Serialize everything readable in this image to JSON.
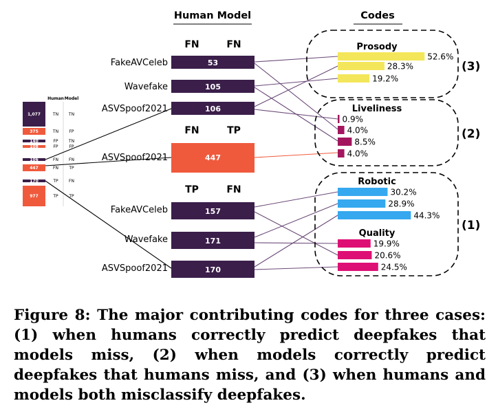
{
  "figure": {
    "header_human_model": "Human Model",
    "header_codes": "Codes",
    "mini": {
      "col_human": "Human",
      "col_model": "Model",
      "rows": [
        {
          "value": "1,077",
          "human": "TN",
          "model": "TN",
          "color": "#3b1e4a"
        },
        {
          "value": "375",
          "human": "TN",
          "model": "FP",
          "color": "#f05a3c"
        },
        {
          "value": "140",
          "human": "FP",
          "model": "TN",
          "color": "#3b1e4a"
        },
        {
          "value": "108",
          "human": "FP",
          "model": "FP",
          "color": "#f05a3c"
        },
        {
          "value": "106",
          "human": "FN",
          "model": "FN",
          "color": "#3b1e4a"
        },
        {
          "value": "447",
          "human": "FN",
          "model": "TP",
          "color": "#f05a3c"
        },
        {
          "value": "170",
          "human": "TP",
          "model": "FN",
          "color": "#3b1e4a"
        },
        {
          "value": "977",
          "human": "TP",
          "model": "TP",
          "color": "#f05a3c"
        }
      ]
    },
    "groups": [
      {
        "human": "FN",
        "model": "FN",
        "rows": [
          {
            "dataset": "FakeAVCeleb",
            "value": "53"
          },
          {
            "dataset": "Wavefake",
            "value": "105"
          },
          {
            "dataset": "ASVSpoof2021",
            "value": "106"
          }
        ]
      },
      {
        "human": "FN",
        "model": "TP",
        "rows": [
          {
            "dataset": "ASVSpoof2021",
            "value": "447"
          }
        ]
      },
      {
        "human": "TP",
        "model": "FN",
        "rows": [
          {
            "dataset": "FakeAVCeleb",
            "value": "157"
          },
          {
            "dataset": "Wavefake",
            "value": "171"
          },
          {
            "dataset": "ASVSpoof2021",
            "value": "170"
          }
        ]
      }
    ],
    "codes": [
      {
        "title": "Prosody",
        "color": "#f3e65a",
        "values": [
          52.6,
          28.3,
          19.2
        ],
        "labels": [
          "52.6%",
          "28.3%",
          "19.2%"
        ]
      },
      {
        "title": "Liveliness",
        "color": "#a3165e",
        "values": [
          0.9,
          4.0,
          8.5,
          4.0
        ],
        "labels": [
          "0.9%",
          "4.0%",
          "8.5%",
          "4.0%"
        ]
      },
      {
        "title": "Robotic",
        "color": "#35a8ef",
        "values": [
          30.2,
          28.9,
          44.3
        ],
        "labels": [
          "30.2%",
          "28.9%",
          "44.3%"
        ]
      },
      {
        "title": "Quality",
        "color": "#de0f74",
        "values": [
          19.9,
          20.6,
          24.5
        ],
        "labels": [
          "19.9%",
          "20.6%",
          "24.5%"
        ]
      }
    ],
    "case_labels": [
      "(3)",
      "(2)",
      "(1)"
    ],
    "colors": {
      "dark": "#3b1e4a",
      "orange": "#f05a3c",
      "link": "#6b4a78",
      "link_orange": "#f05a3c"
    }
  },
  "caption": "Figure 8: The major contributing codes for three cases: (1) when humans correctly predict deepfakes that models miss, (2) when models correctly predict deepfakes that humans miss, and (3) when humans and models both misclassify deepfakes."
}
